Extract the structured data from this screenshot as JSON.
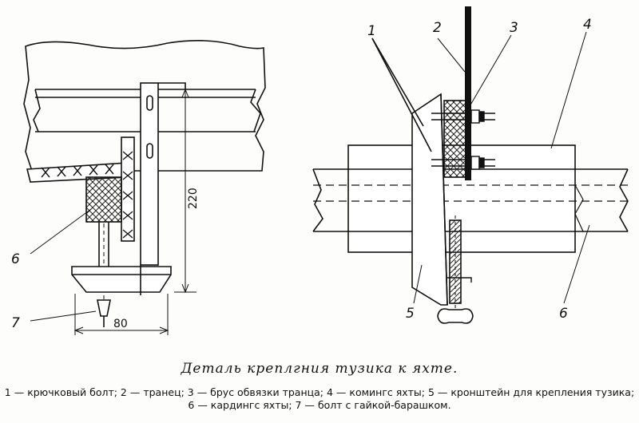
{
  "figure": {
    "title": "Деталь креплгния тузика к яхте.",
    "legend_line1": "1 — крючковый болт; 2 — транец; 3 — брус обвязки транца; 4 — комингс яхты; 5 — кронштейн для крепления тузика; 6 — кардингс яхты; 7 — болт с гайкой-барашком."
  },
  "left_view": {
    "labels": {
      "six": "6",
      "seven": "7"
    },
    "dimensions": {
      "height": "220",
      "width": "80"
    }
  },
  "right_view": {
    "labels": {
      "one": "1",
      "two": "2",
      "three": "3",
      "four": "4",
      "five": "5",
      "six": "6"
    }
  }
}
